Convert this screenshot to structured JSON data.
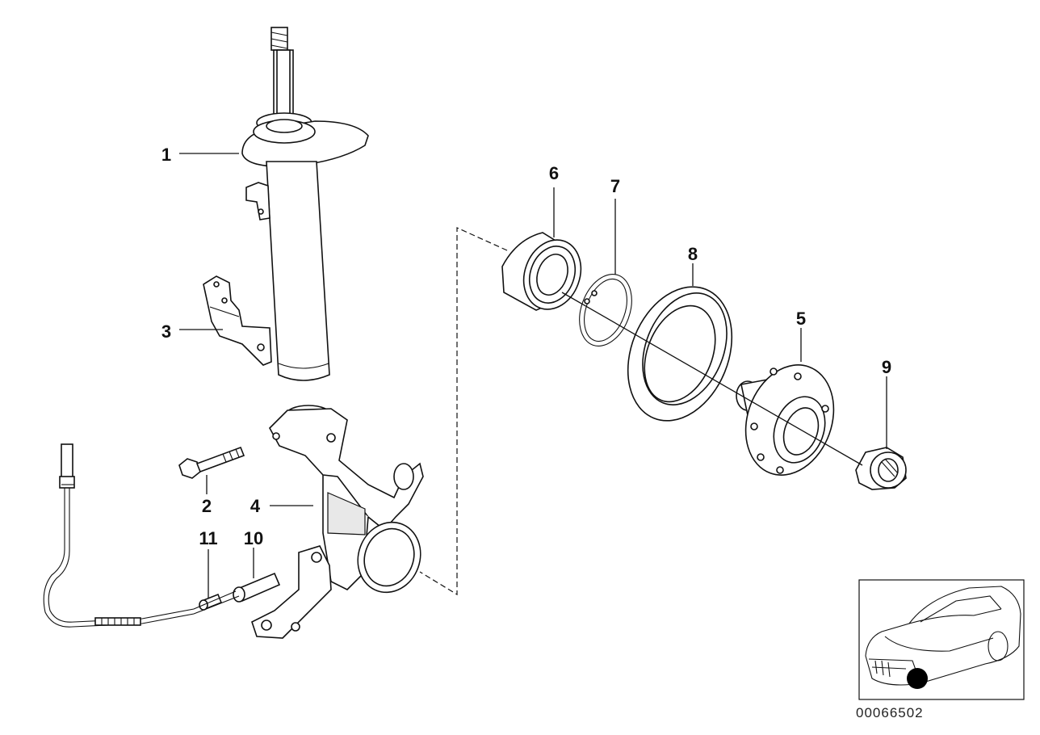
{
  "diagram": {
    "reference_number": "00066502",
    "callouts": [
      {
        "id": "1",
        "label": "1"
      },
      {
        "id": "2",
        "label": "2"
      },
      {
        "id": "3",
        "label": "3"
      },
      {
        "id": "4",
        "label": "4"
      },
      {
        "id": "5",
        "label": "5"
      },
      {
        "id": "6",
        "label": "6"
      },
      {
        "id": "7",
        "label": "7"
      },
      {
        "id": "8",
        "label": "8"
      },
      {
        "id": "9",
        "label": "9"
      },
      {
        "id": "10",
        "label": "10"
      },
      {
        "id": "11",
        "label": "11"
      }
    ],
    "locator": {
      "marker_color": "#000000"
    }
  }
}
